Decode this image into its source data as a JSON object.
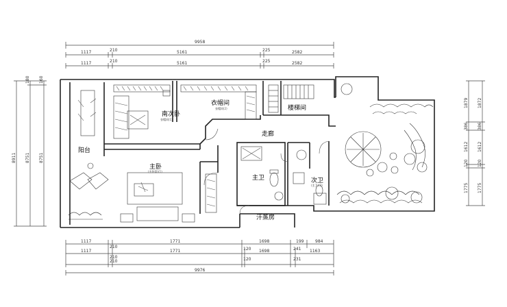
{
  "top_dims": {
    "total": "9958",
    "row1": [
      "1117",
      "210",
      "5161",
      "225",
      "2582"
    ],
    "row2": [
      "1117",
      "210",
      "5161",
      "225",
      "2582"
    ]
  },
  "bottom_dims": {
    "row1": [
      "1117",
      "210",
      "1771",
      "1698",
      "199",
      "984"
    ],
    "row2": [
      "1117",
      "210",
      "1771",
      "120",
      "1698",
      "241",
      "1163"
    ],
    "row3": [
      "210",
      "120",
      "231"
    ],
    "total": "9976"
  },
  "left_dims": [
    "8911",
    "8751",
    "8751",
    "180",
    "160"
  ],
  "right_dims": [
    "1879",
    "1872",
    "386",
    "386",
    "1612",
    "1612",
    "120",
    "120",
    "1775",
    "1775"
  ],
  "rooms": {
    "south_bedroom": "南次卧",
    "cloakroom": "衣帽间",
    "stair_room": "楼梯间",
    "corridor": "走廊",
    "balcony": "阳台",
    "master_bedroom": "主卧",
    "master_bath": "主卫",
    "second_bath": "次卫",
    "sauna": "汗蒸房"
  },
  "room_notes": {
    "south_bedroom": "衣帽间(1)",
    "cloakroom": "衣帽间(2)",
    "master_bedroom": "(主卧室)(1)",
    "second_bath": "(主卫)(2)"
  },
  "icons": [
    "umbrella-table-icon",
    "plant-icon",
    "bed-icon",
    "toilet-icon",
    "sink-icon",
    "shower-icon",
    "lounge-chair-icon",
    "wardrobe-icon"
  ]
}
